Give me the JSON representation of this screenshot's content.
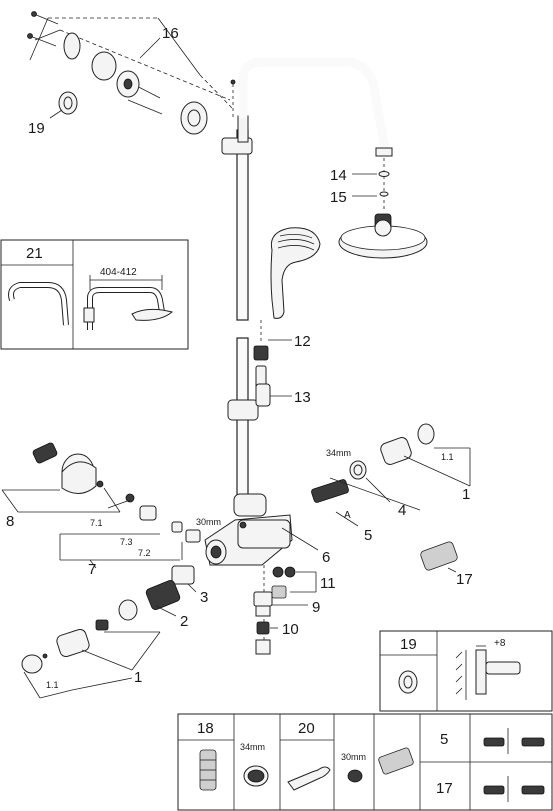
{
  "callouts": {
    "c16": "16",
    "c19": "19",
    "c14": "14",
    "c15": "15",
    "c12": "12",
    "c13": "13",
    "c1_right": "1",
    "c4": "4",
    "c5": "5",
    "cA": "A",
    "c6": "6",
    "c11": "11",
    "c9": "9",
    "c10": "10",
    "c8": "8",
    "c7": "7",
    "c71": "7.1",
    "c73": "7.3",
    "c72": "7.2",
    "c3": "3",
    "c2": "2",
    "c1_left": "1",
    "c11_left": "1.1",
    "c11_right": "1.1",
    "c17": "17"
  },
  "dimensions": {
    "mm34_top": "34mm",
    "mm30_top": "30mm",
    "range": "404-412"
  },
  "inset_21": {
    "label": "21"
  },
  "inset_19": {
    "label": "19",
    "offset": "+8"
  },
  "spare_table": {
    "col18": "18",
    "col20": "20",
    "mm34": "34mm",
    "mm30": "30mm",
    "row5": "5",
    "row17": "17"
  }
}
